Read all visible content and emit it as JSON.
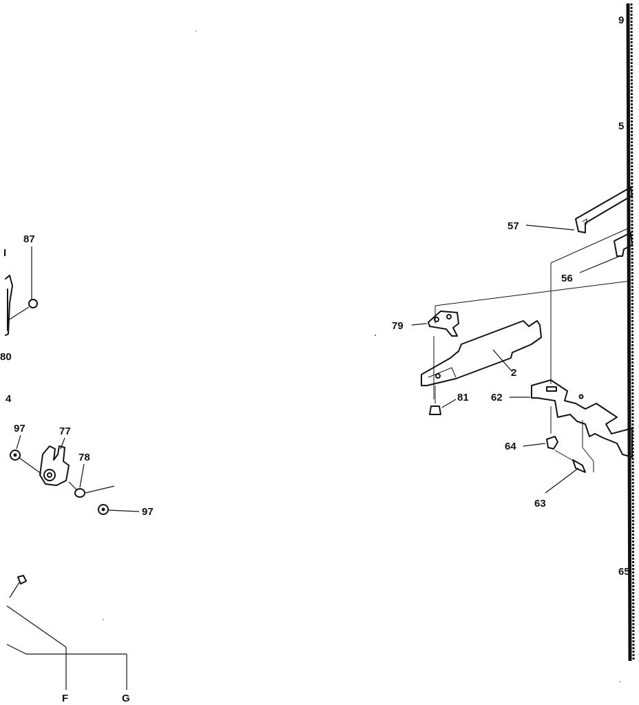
{
  "diagram": {
    "labels": {
      "p87": "87",
      "p97a": "97",
      "p77": "77",
      "p78": "78",
      "p97b": "97",
      "cut80": "80",
      "cut4": "4",
      "cut1": "I",
      "pF": "F",
      "pG": "G",
      "p57": "57",
      "p56": "56",
      "p79": "79",
      "p2": "2",
      "p81": "81",
      "p62": "62",
      "p64": "64",
      "p63": "63",
      "cut9": "9",
      "cut5": "5",
      "cut65": "65"
    }
  }
}
